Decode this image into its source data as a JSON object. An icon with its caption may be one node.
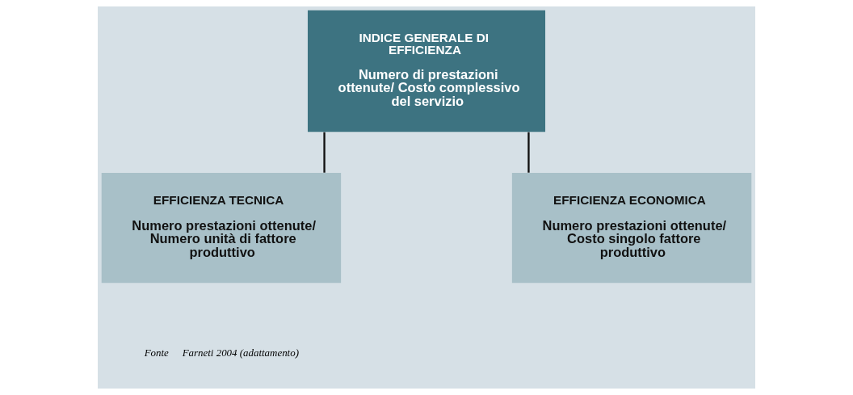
{
  "diagram": {
    "nodes": [
      {
        "text": [
          "INDICE GENERALE DI EFFICIENZA",
          "Numero di prestazioni ottenute/ Costo complessivo del servizio"
        ]
      },
      {
        "text": [
          "EFFICIENZA TECNICA",
          "Numero prestazioni ottenute/ Numero unità di fattore produttivo"
        ]
      },
      {
        "text": [
          "EFFICIENZA ECONOMICA",
          "Numero prestazioni ottenute/ Costo singolo fattore produttivo"
        ]
      }
    ],
    "edges": [
      {
        "from": 0,
        "to": 1,
        "arrow": "none"
      },
      {
        "from": 0,
        "to": 2,
        "arrow": "none"
      }
    ],
    "labels": [
      "Fonte",
      "Farneti 2004 (adattamento)"
    ]
  }
}
